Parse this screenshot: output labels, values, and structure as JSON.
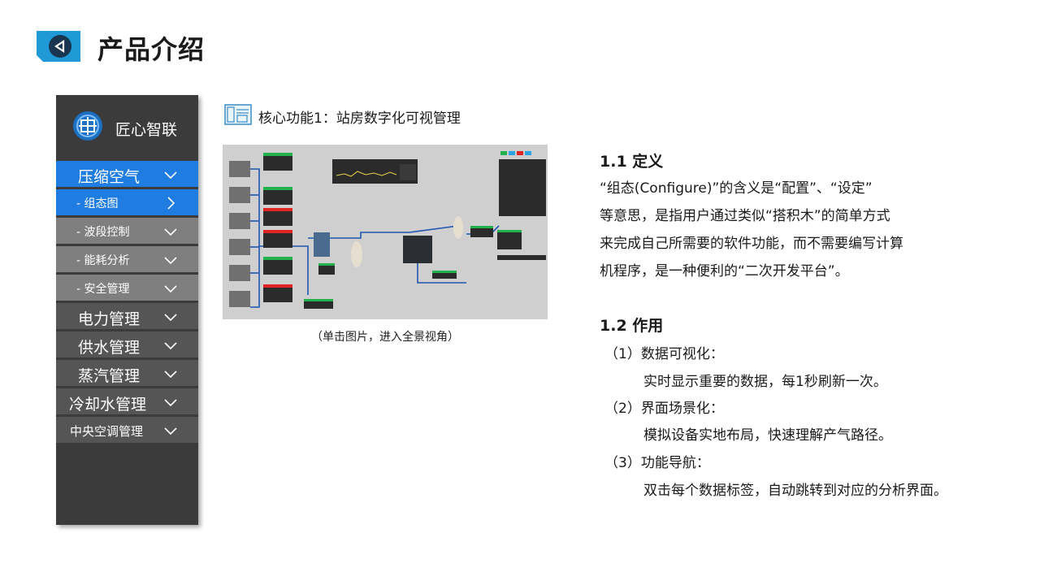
{
  "header": {
    "title": "产品介绍"
  },
  "sidebar": {
    "brand": "匠心智联",
    "items": [
      {
        "label": "压缩空气"
      },
      {
        "label": "- 组态图"
      },
      {
        "label": "- 波段控制"
      },
      {
        "label": "- 能耗分析"
      },
      {
        "label": "- 安全管理"
      },
      {
        "label": "电力管理"
      },
      {
        "label": "供水管理"
      },
      {
        "label": "蒸汽管理"
      },
      {
        "label": "冷却水管理"
      },
      {
        "label": "中央空调管理"
      }
    ]
  },
  "feature": {
    "title": "核心功能1：站房数字化可视管理",
    "caption": "（单击图片，进入全景视角）"
  },
  "definition": {
    "heading": "1.1 定义",
    "lines": [
      "“组态(Configure)”的含义是“配置”、“设定”",
      "等意思，是指用户通过类似“搭积木”的简单方式",
      "来完成自己所需要的软件功能，而不需要编写计算",
      "机程序，是一种便利的“二次开发平台”。"
    ]
  },
  "usage": {
    "heading": "1.2 作用",
    "items": [
      {
        "label": "（1）数据可视化：",
        "desc": "实时显示重要的数据，每1秒刷新一次。"
      },
      {
        "label": "（2）界面场景化：",
        "desc": "模拟设备实地布局，快速理解产气路径。"
      },
      {
        "label": "（3）功能导航：",
        "desc": "双击每个数据标签，自动跳转到对应的分析界面。"
      }
    ]
  },
  "colors": {
    "accent": "#1f7ce0",
    "sidebar": "#3b3b3b",
    "badge": "#1f9ad6"
  }
}
